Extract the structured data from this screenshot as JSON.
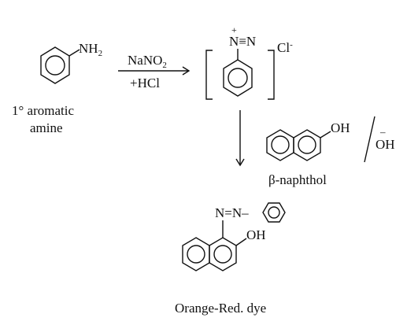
{
  "reactant": {
    "group_main": "NH",
    "group_sub": "2",
    "label_line1": "1° aromatic",
    "label_line2": "amine"
  },
  "reagents": {
    "top_main": "NaNO",
    "top_sub": "2",
    "bottom": "+HCl"
  },
  "diazonium": {
    "plus": "+",
    "group": "N≡N",
    "counter_ion": "Cl",
    "counter_charge": "-"
  },
  "coupling": {
    "oh_group": "OH",
    "base_main": "OH",
    "base_charge": "–",
    "name": "β-naphthol"
  },
  "product": {
    "azo_group": "N=N–",
    "oh_group": "OH",
    "name": "Orange-Red. dye"
  },
  "colors": {
    "ink": "#111111",
    "background": "#ffffff"
  }
}
